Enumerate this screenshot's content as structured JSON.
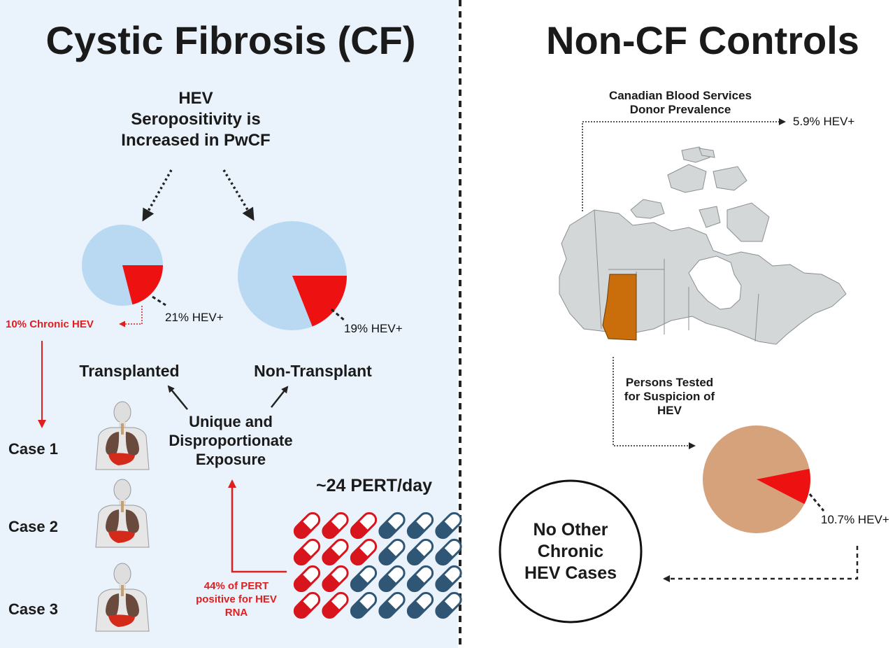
{
  "left_panel": {
    "title": "Cystic Fibrosis (CF)",
    "heading_lines": [
      "HEV",
      "Seropositivity is",
      "Increased in PwCF"
    ],
    "pies": [
      {
        "label": "21% HEV+",
        "hev_positive_percent": 21
      },
      {
        "label": "19% HEV+",
        "hev_positive_percent": 19
      }
    ],
    "chronic_label": "10% Chronic HEV",
    "transplanted_label": "Transplanted",
    "non_transplant_label": "Non-Transplant",
    "exposure_lines": [
      "Unique and",
      "Disproportionate",
      "Exposure"
    ],
    "cases": [
      "Case 1",
      "Case 2",
      "Case 3"
    ],
    "pert_label": "~24 PERT/day",
    "pert_positive_lines": [
      "44% of PERT",
      "positive for HEV",
      "RNA"
    ],
    "pill_grid": {
      "rows": [
        [
          "red",
          "red",
          "red",
          "blue",
          "blue",
          "blue"
        ],
        [
          "red",
          "red",
          "red",
          "blue",
          "blue",
          "blue"
        ],
        [
          "red",
          "red",
          "blue",
          "blue",
          "blue",
          "blue"
        ],
        [
          "red",
          "red",
          "blue",
          "blue",
          "blue",
          "blue"
        ]
      ]
    }
  },
  "right_panel": {
    "title": "Non-CF Controls",
    "donor_lines": [
      "Canadian Blood Services",
      "Donor Prevalence"
    ],
    "donor_value": "5.9% HEV+",
    "tested_lines": [
      "Persons Tested",
      "for Suspicion of",
      "HEV"
    ],
    "tested_pie": {
      "label": "10.7% HEV+",
      "hev_positive_percent": 10.7
    },
    "no_other_lines": [
      "No Other",
      "Chronic",
      "HEV Cases"
    ]
  },
  "colors": {
    "left_bg": "#eaf2fb",
    "pie_blue": "#b9d9f2",
    "hev_red": "#ee1111",
    "pill_red": "#d8141c",
    "pill_blue": "#2f5674",
    "map_gray": "#d4d7d8",
    "alberta_orange": "#c96e0b",
    "tested_pie_tan": "#d6a27c",
    "accent_red": "#e01e1e"
  }
}
